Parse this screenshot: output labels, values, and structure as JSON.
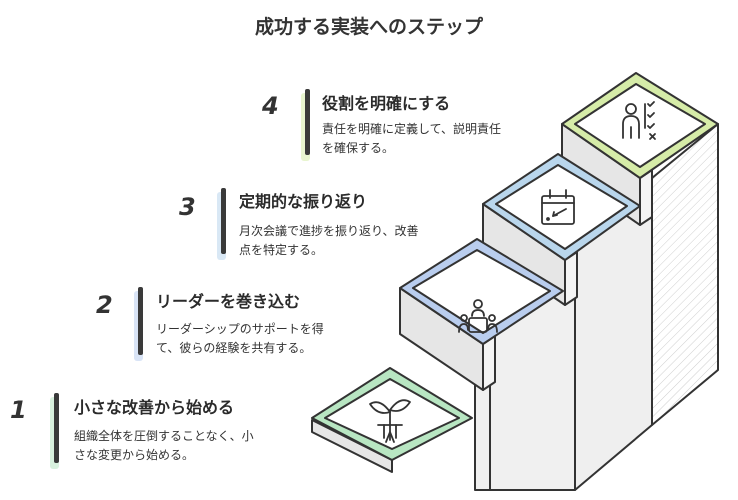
{
  "title": "成功する実装へのステップ",
  "steps": [
    {
      "number": "1",
      "heading": "小さな改善から始める",
      "desc_line1": "組織全体を圧倒することなく、小",
      "desc_line2": "さな変更から始める。",
      "icon": "sprout-icon",
      "accent": "#b8e6c2"
    },
    {
      "number": "2",
      "heading": "リーダーを巻き込む",
      "desc_line1": "リーダーシップのサポートを得",
      "desc_line2": "て、彼らの経験を共有する。",
      "icon": "meeting-icon",
      "accent": "#b9cdee"
    },
    {
      "number": "3",
      "heading": "定期的な振り返り",
      "desc_line1": "月次会議で進捗を振り返り、改善",
      "desc_line2": "点を特定する。",
      "icon": "calendar-icon",
      "accent": "#b9d6ec"
    },
    {
      "number": "4",
      "heading": "役割を明確にする",
      "desc_line1": "責任を明確に定義して、説明責任",
      "desc_line2": "を確保する。",
      "icon": "person-checklist-icon",
      "accent": "#d6eca8"
    }
  ]
}
